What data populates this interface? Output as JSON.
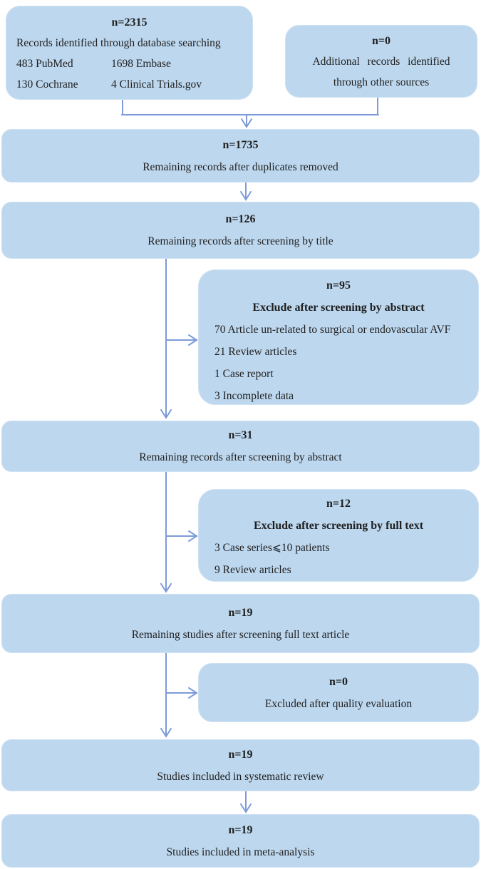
{
  "colors": {
    "box_fill": "#bdd7ee",
    "box_border": "#cfe2f3",
    "arrow": "#7d9bd8",
    "text": "#1f1f1f"
  },
  "boxes": {
    "identification": {
      "n": "n=2315",
      "title": "Records identified through database searching",
      "sources": [
        "483 PubMed",
        "1698 Embase",
        "130 Cochrane",
        "4 Clinical Trials.gov"
      ]
    },
    "additional": {
      "n": "n=0",
      "line1": "Additional records identified",
      "line2": "through other sources"
    },
    "duplicates": {
      "n": "n=1735",
      "title": "Remaining records after duplicates removed"
    },
    "title_screen": {
      "n": "n=126",
      "title": "Remaining records after screening by title"
    },
    "abstract_exclude": {
      "n": "n=95",
      "header": "Exclude after screening by abstract",
      "items": [
        "70 Article un-related to surgical or endovascular AVF",
        "21 Review articles",
        "1 Case report",
        "3 Incomplete data"
      ]
    },
    "abstract_screen": {
      "n": "n=31",
      "title": "Remaining records after screening by abstract"
    },
    "fulltext_exclude": {
      "n": "n=12",
      "header": "Exclude after screening by full text",
      "items": [
        "3 Case series⩽10 patients",
        "9 Review articles"
      ]
    },
    "fulltext_screen": {
      "n": "n=19",
      "title": "Remaining studies after screening full text article"
    },
    "quality_exclude": {
      "n": "n=0",
      "title": "Excluded after quality evaluation"
    },
    "systematic_review": {
      "n": "n=19",
      "title": "Studies included in systematic review"
    },
    "meta_analysis": {
      "n": "n=19",
      "title": "Studies included in meta-analysis"
    }
  }
}
